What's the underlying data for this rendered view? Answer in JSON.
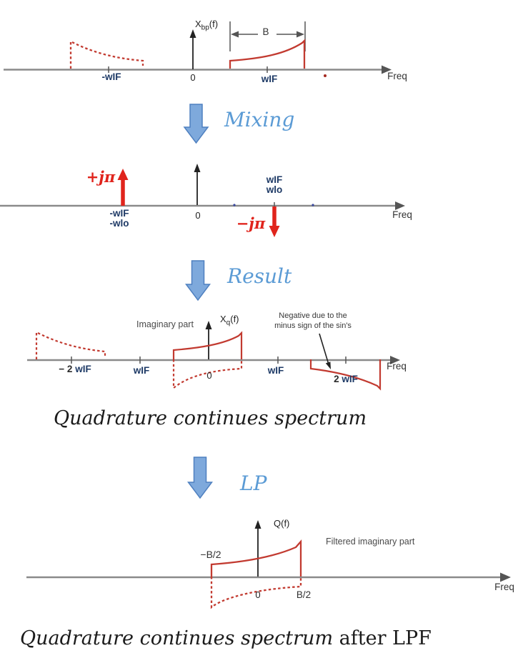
{
  "colors": {
    "curve_red": "#c23a30",
    "impulse_red": "#e0241c",
    "label_navy": "#1e3a66",
    "axis_gray": "#8a8a8a",
    "step_blue_text": "#5b9bd5",
    "step_arrow_fill": "#7ea9dc",
    "step_arrow_stroke": "#4f80c0",
    "black": "#222222"
  },
  "diagram1": {
    "ylabel": {
      "base": "X",
      "sub": "bp",
      "suffix": "(f)"
    },
    "bandwidth_label": "B",
    "neg_tick": "-wIF",
    "zero": "0",
    "pos_tick": "wIF",
    "freq": "Freq"
  },
  "steps": {
    "mixing": "Mixing",
    "result": "Result",
    "lp": "LP"
  },
  "diagram2": {
    "plus_jpi": "+jπ",
    "minus_jpi": "−jπ",
    "neg_label_line1": "-wIF",
    "neg_label_line2": "-wlo",
    "zero": "0",
    "pos_label_line1": "wIF",
    "pos_label_line2": "wlo",
    "freq": "Freq"
  },
  "diagram3": {
    "imaginary_part": "Imaginary part",
    "ylabel": {
      "base": "X",
      "sub": "q",
      "suffix": "(f)"
    },
    "note_line1": "Negative due to the",
    "note_line2": "minus sign of the sin's",
    "tick_neg_2wif": {
      "prefix": "− 2 ",
      "label": "wIF"
    },
    "tick_wif_left": "wIF",
    "zero": "0",
    "tick_wif_right": "wIF",
    "tick_2wif": {
      "prefix": "2 ",
      "label": "wIF"
    },
    "freq": "Freq"
  },
  "caption1": "Quadrature continues spectrum",
  "diagram4": {
    "ylabel": "Q(f)",
    "neg_b2": "−B/2",
    "zero": "0",
    "pos_b2": "B/2",
    "filtered_label": "Filtered imaginary part",
    "freq": "Freq"
  },
  "caption2": {
    "italic_part": "Quadrature continues spectrum",
    "normal_part": " after LPF"
  }
}
